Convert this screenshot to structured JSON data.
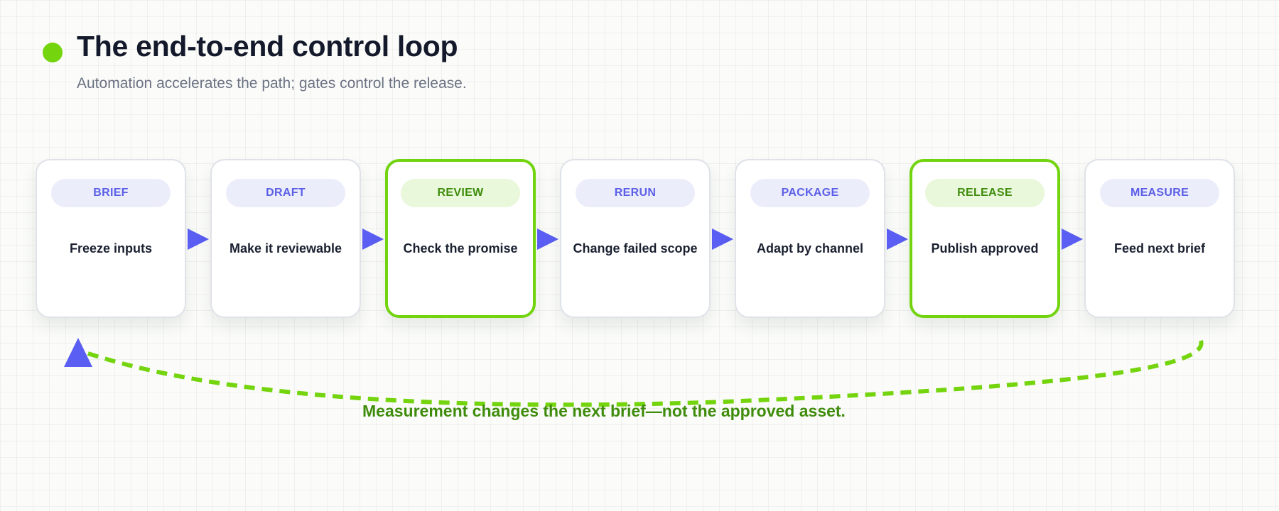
{
  "header": {
    "title": "The end-to-end control loop",
    "subtitle": "Automation accelerates the path; gates control the release."
  },
  "steps": [
    {
      "stage": "BRIEF",
      "label": "Freeze inputs",
      "gate": false
    },
    {
      "stage": "DRAFT",
      "label": "Make it reviewable",
      "gate": false
    },
    {
      "stage": "REVIEW",
      "label": "Check the promise",
      "gate": true
    },
    {
      "stage": "RERUN",
      "label": "Change failed scope",
      "gate": false
    },
    {
      "stage": "PACKAGE",
      "label": "Adapt by channel",
      "gate": false
    },
    {
      "stage": "RELEASE",
      "label": "Publish approved",
      "gate": true
    },
    {
      "stage": "MEASURE",
      "label": "Feed next brief",
      "gate": false
    }
  ],
  "loop": {
    "caption": "Measurement changes the next brief—not the approved asset."
  },
  "colors": {
    "accent_green": "#74d40d",
    "gate_text_green": "#3f8c0c",
    "flow_blue": "#5a5ef2",
    "badge_blue_bg": "#ecedfb",
    "badge_green_bg": "#e9f7da"
  }
}
